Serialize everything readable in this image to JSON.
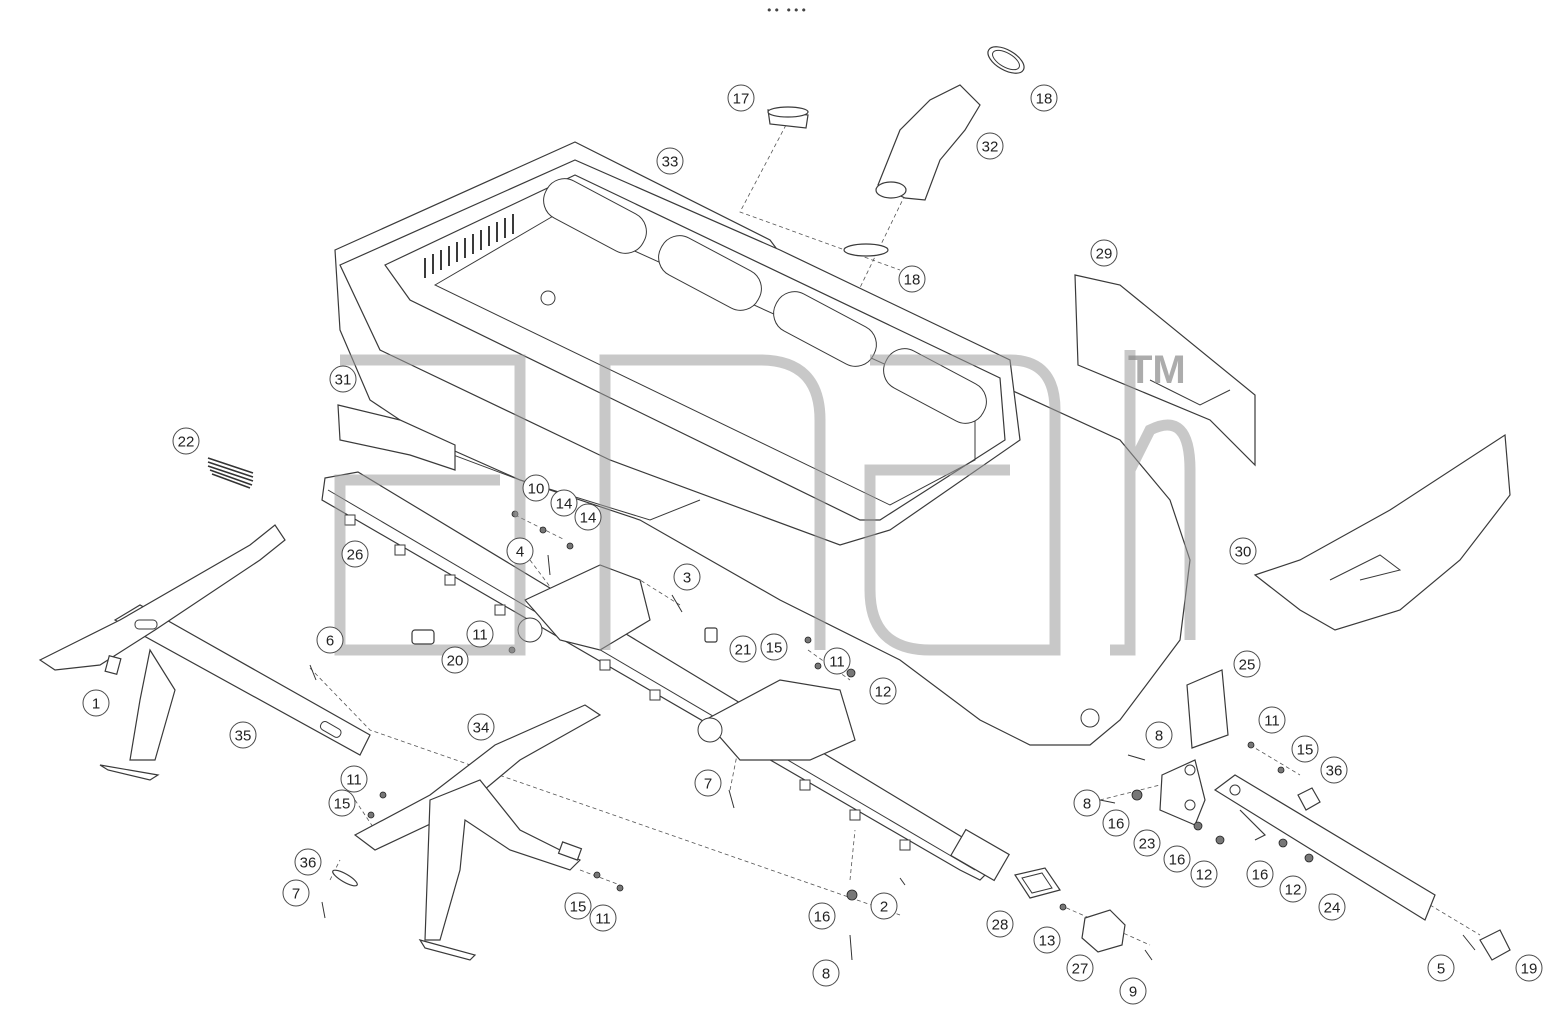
{
  "header": {
    "indicator": "•• •••"
  },
  "watermark": {
    "mark": "TM"
  },
  "callouts": [
    {
      "id": "c-1",
      "label": "1"
    },
    {
      "id": "c-2",
      "label": "2"
    },
    {
      "id": "c-3",
      "label": "3"
    },
    {
      "id": "c-4",
      "label": "4"
    },
    {
      "id": "c-5",
      "label": "5"
    },
    {
      "id": "c-6",
      "label": "6"
    },
    {
      "id": "c-7a",
      "label": "7"
    },
    {
      "id": "c-7b",
      "label": "7"
    },
    {
      "id": "c-8a",
      "label": "8"
    },
    {
      "id": "c-8b",
      "label": "8"
    },
    {
      "id": "c-8c",
      "label": "8"
    },
    {
      "id": "c-9",
      "label": "9"
    },
    {
      "id": "c-10",
      "label": "10"
    },
    {
      "id": "c-11a",
      "label": "11"
    },
    {
      "id": "c-11b",
      "label": "11"
    },
    {
      "id": "c-11c",
      "label": "11"
    },
    {
      "id": "c-11d",
      "label": "11"
    },
    {
      "id": "c-11e",
      "label": "11"
    },
    {
      "id": "c-12a",
      "label": "12"
    },
    {
      "id": "c-12b",
      "label": "12"
    },
    {
      "id": "c-12c",
      "label": "12"
    },
    {
      "id": "c-13",
      "label": "13"
    },
    {
      "id": "c-14a",
      "label": "14"
    },
    {
      "id": "c-14b",
      "label": "14"
    },
    {
      "id": "c-15a",
      "label": "15"
    },
    {
      "id": "c-15b",
      "label": "15"
    },
    {
      "id": "c-15c",
      "label": "15"
    },
    {
      "id": "c-15d",
      "label": "15"
    },
    {
      "id": "c-16a",
      "label": "16"
    },
    {
      "id": "c-16b",
      "label": "16"
    },
    {
      "id": "c-16c",
      "label": "16"
    },
    {
      "id": "c-16d",
      "label": "16"
    },
    {
      "id": "c-17",
      "label": "17"
    },
    {
      "id": "c-18a",
      "label": "18"
    },
    {
      "id": "c-18b",
      "label": "18"
    },
    {
      "id": "c-19",
      "label": "19"
    },
    {
      "id": "c-20",
      "label": "20"
    },
    {
      "id": "c-21",
      "label": "21"
    },
    {
      "id": "c-22",
      "label": "22"
    },
    {
      "id": "c-23",
      "label": "23"
    },
    {
      "id": "c-24",
      "label": "24"
    },
    {
      "id": "c-25",
      "label": "25"
    },
    {
      "id": "c-26",
      "label": "26"
    },
    {
      "id": "c-27",
      "label": "27"
    },
    {
      "id": "c-28",
      "label": "28"
    },
    {
      "id": "c-29",
      "label": "29"
    },
    {
      "id": "c-30",
      "label": "30"
    },
    {
      "id": "c-31",
      "label": "31"
    },
    {
      "id": "c-32",
      "label": "32"
    },
    {
      "id": "c-33",
      "label": "33"
    },
    {
      "id": "c-34",
      "label": "34"
    },
    {
      "id": "c-35",
      "label": "35"
    },
    {
      "id": "c-36a",
      "label": "36"
    },
    {
      "id": "c-36b",
      "label": "36"
    }
  ]
}
